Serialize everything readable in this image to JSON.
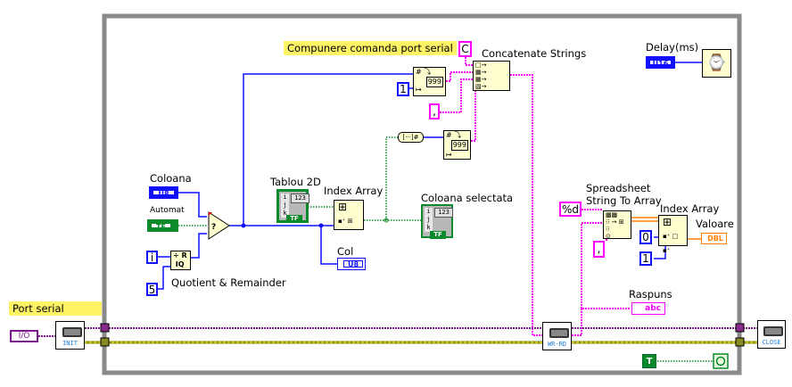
{
  "diagram": {
    "type": "LabVIEW block diagram",
    "loop": "while-loop",
    "notes": {
      "compose_command": "Compunere comanda port serial",
      "serial_port": "Port serial"
    },
    "labels": {
      "concatenate": "Concatenate Strings",
      "delay": "Delay(ms)",
      "coloana": "Coloana",
      "automat": "Automat",
      "quotient": "Quotient & Remainder",
      "tablou2d": "Tablou 2D",
      "index_array_1": "Index Array",
      "coloana_selectata": "Coloana selectata",
      "col": "Col",
      "spreadsheet": "Spreadsheet\nString To Array",
      "spreadsheet_line1": "Spreadsheet",
      "spreadsheet_line2": "String To Array",
      "index_array_2": "Index Array",
      "valoare": "Valoare",
      "raspuns": "Raspuns"
    },
    "constants": {
      "num_one_a": "1",
      "str_c": "C",
      "str_comma_a": ",",
      "num_i": "i",
      "num_five": "5",
      "str_format": "%d",
      "str_comma_b": ",",
      "num_zero": "0",
      "num_one_b": "1",
      "bool_true": "T"
    },
    "terminals": {
      "coloana_type": "U8",
      "automat_type": "TF",
      "delay_type": "U16",
      "col_type": "U8",
      "valoare_type": "DBL",
      "raspuns_type": "abc",
      "port_type": "I/O",
      "array_idx": [
        "i",
        "j",
        "k"
      ],
      "array_val": "123",
      "array_type": "TF"
    },
    "visa_nodes": {
      "init": "INIT",
      "wr_rd": "WR-RD",
      "close": "CLOSE"
    },
    "number_to_string": "999",
    "wire_colors": {
      "numeric": "#1010ff",
      "string": "#ff00ff",
      "boolean": "#0a8a2a",
      "visa": "#7a1a8a",
      "error": "#8a8a00",
      "double": "#ff8000",
      "loop_border": "#888888"
    }
  }
}
